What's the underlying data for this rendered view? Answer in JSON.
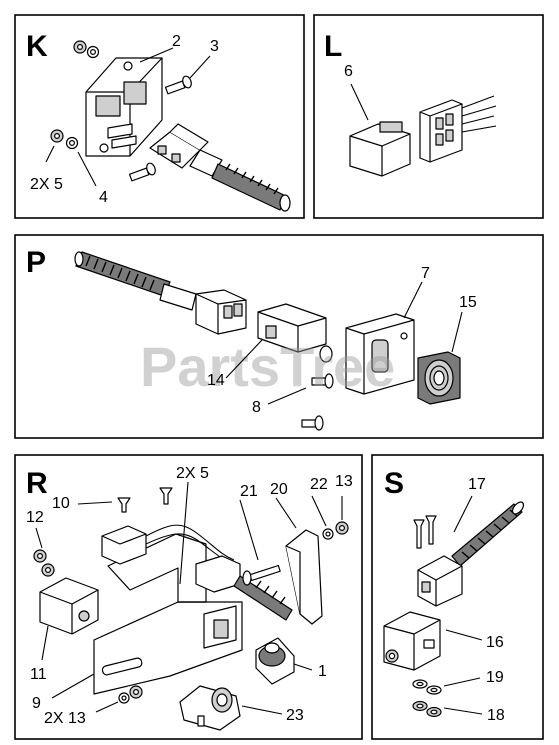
{
  "watermark": "PartsTree",
  "panels": {
    "K": {
      "letter": "K",
      "callouts": {
        "c2": "2",
        "c3": "3",
        "c2x5": "2X 5",
        "c4": "4"
      }
    },
    "L": {
      "letter": "L",
      "callouts": {
        "c6": "6"
      }
    },
    "P": {
      "letter": "P",
      "callouts": {
        "c7": "7",
        "c15": "15",
        "c14": "14",
        "c8": "8"
      }
    },
    "R": {
      "letter": "R",
      "callouts": {
        "c2x5": "2X 5",
        "c10": "10",
        "c21": "21",
        "c20": "20",
        "c22": "22",
        "c13": "13",
        "c12": "12",
        "c11": "11",
        "c9": "9",
        "c2x13": "2X 13",
        "c1": "1",
        "c23": "23"
      }
    },
    "S": {
      "letter": "S",
      "callouts": {
        "c17": "17",
        "c16": "16",
        "c19": "19",
        "c18": "18"
      }
    }
  }
}
